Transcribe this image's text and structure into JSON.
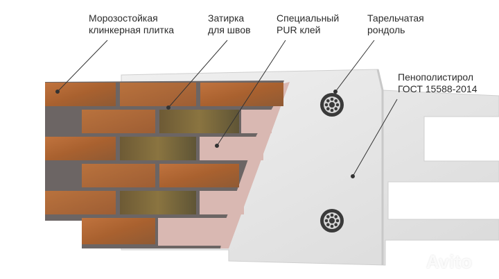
{
  "labels": [
    {
      "line1": "Морозостойкая",
      "line2": "клинкерная плитка"
    },
    {
      "line1": "Затирка",
      "line2": "для швов"
    },
    {
      "line1": "Специальный",
      "line2": "PUR клей"
    },
    {
      "line1": "Тарельчатая",
      "line2": "рондоль"
    },
    {
      "line1": "Пенополистирол",
      "line2": "ГОСТ 15588-2014"
    }
  ],
  "watermark": "Avito",
  "colors": {
    "foam": "#e8e8e8",
    "grout": "#6c6564",
    "adhesive": "#d9b8b2",
    "brick": "#b4693a",
    "leader": "#333333"
  },
  "icons": [
    "dowel-washer-icon",
    "dowel-washer-icon"
  ]
}
